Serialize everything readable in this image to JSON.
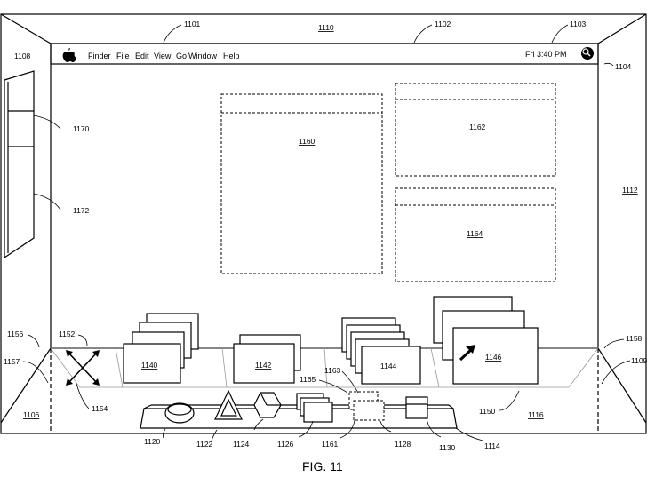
{
  "figure": {
    "caption": "FIG. 11",
    "menubar": {
      "apple_icon": "apple-icon",
      "items": [
        "Finder",
        "File",
        "Edit",
        "View",
        "Go",
        "Window",
        "Help"
      ],
      "clock": "Fri 3:40 PM",
      "search_icon": "magnifier-icon"
    },
    "labels": {
      "r1101": "1101",
      "r1110": "1110",
      "r1102": "1102",
      "r1103": "1103",
      "r1108": "1108",
      "r1104": "1104",
      "r1170": "1170",
      "r1172": "1172",
      "r1112": "1112",
      "r1160": "1160",
      "r1162": "1162",
      "r1164": "1164",
      "r1156": "1156",
      "r1152": "1152",
      "r1157": "1157",
      "r1154": "1154",
      "r1106": "1106",
      "r1140": "1140",
      "r1142": "1142",
      "r1163": "1163",
      "r1165": "1165",
      "r1144": "1144",
      "r1146": "1146",
      "r1158": "1158",
      "r1109": "1109",
      "r1150": "1150",
      "r1116": "1116",
      "r1120": "1120",
      "r1122": "1122",
      "r1124": "1124",
      "r1126": "1126",
      "r1161": "1161",
      "r1128": "1128",
      "r1130": "1130",
      "r1114": "1114"
    }
  }
}
